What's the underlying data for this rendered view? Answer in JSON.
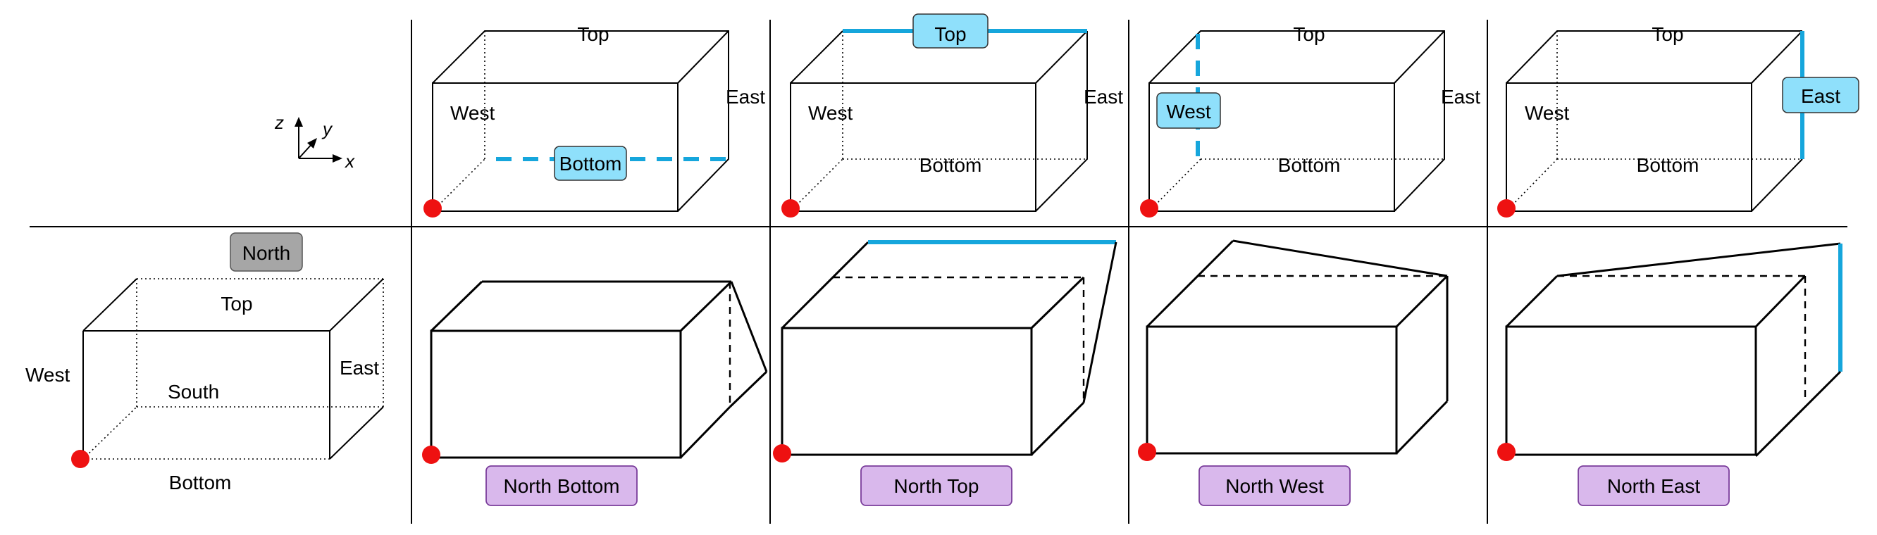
{
  "axes": {
    "z": "z",
    "y": "y",
    "x": "x"
  },
  "faces": {
    "top": "Top",
    "bottom": "Bottom",
    "west": "West",
    "east": "East",
    "south": "South",
    "north": "North"
  },
  "captions": {
    "north_bottom": "North Bottom",
    "north_top": "North Top",
    "north_west": "North West",
    "north_east": "North East"
  },
  "colors": {
    "highlight": "#16a6dc",
    "highlight_box": "#8fe0fb",
    "north_box": "#a6a6a6",
    "caption_box": "#d9b8ec",
    "caption_border": "#7a3d9b",
    "origin_dot": "#ee1111"
  }
}
